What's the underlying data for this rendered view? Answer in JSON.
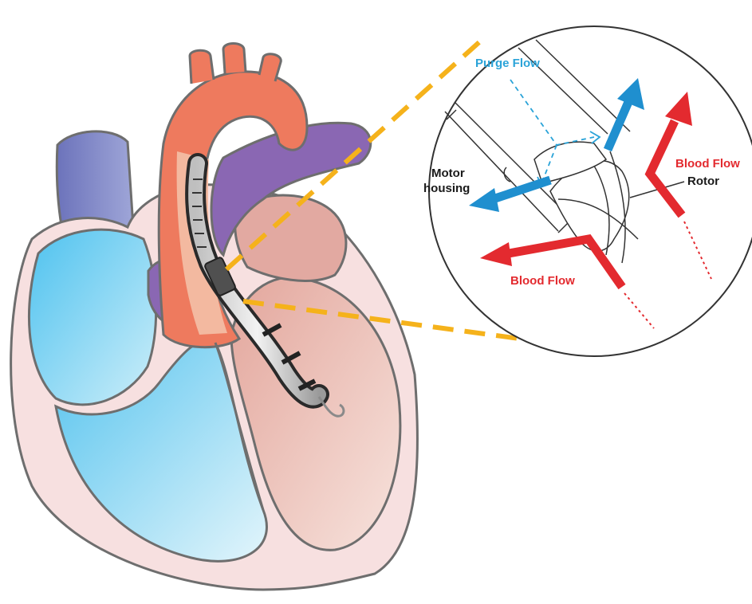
{
  "labels": {
    "purge_flow": "Purge Flow",
    "motor_housing_line1": "Motor",
    "motor_housing_line2": "housing",
    "blood_flow_right": "Blood Flow",
    "blood_flow_bottom": "Blood Flow",
    "rotor": "Rotor"
  },
  "colors": {
    "purge_blue": "#2aa3d8",
    "blood_red": "#e32a2f",
    "callout_orange": "#f5b21b",
    "aorta": "#ee7a5e",
    "vein_purple": "#8a67b3",
    "atrium_blue": "#5cc4ee",
    "ventricle_pink": "#e8b2a8",
    "outline": "#6e6e6e"
  }
}
